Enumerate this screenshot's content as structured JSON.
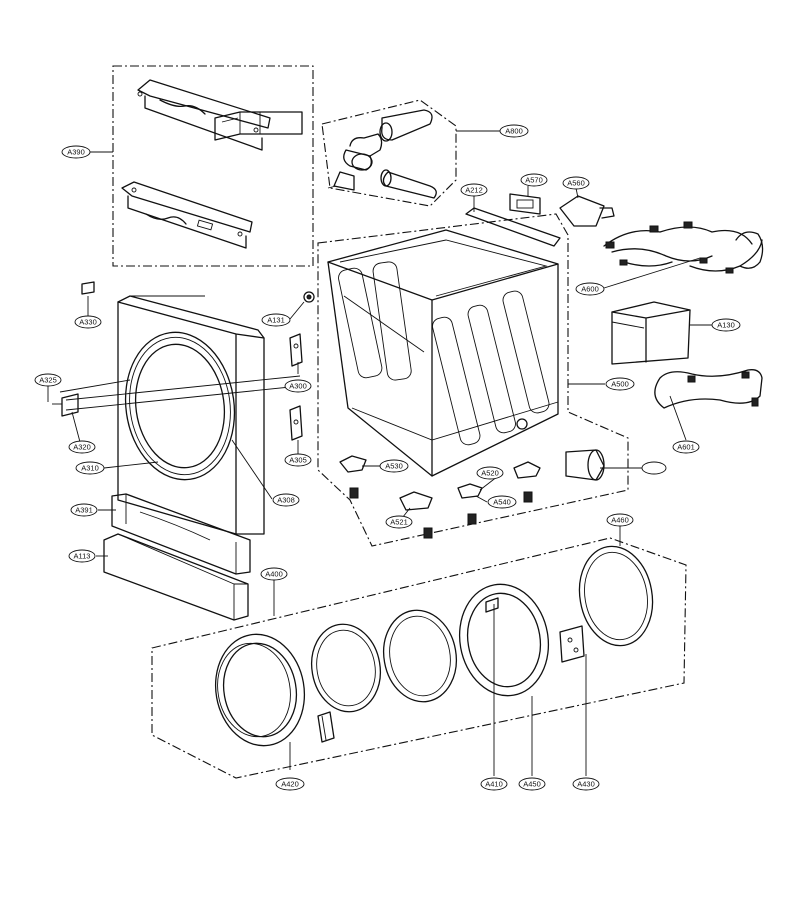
{
  "part_labels": {
    "A390": "A390",
    "A800": "A800",
    "A212": "A212",
    "A570": "A570",
    "A560": "A560",
    "A600": "A600",
    "A130": "A130",
    "A131": "A131",
    "A330": "A330",
    "A325": "A325",
    "A320": "A320",
    "A300": "A300",
    "A305": "A305",
    "A310": "A310",
    "A308": "A308",
    "A500": "A500",
    "A601": "A601",
    "A530": "A530",
    "A520": "A520",
    "A540": "A540",
    "A521": "A521",
    "A391": "A391",
    "A113": "A113",
    "A400": "A400",
    "A460": "A460",
    "A420": "A420",
    "A410": "A410",
    "A450": "A450",
    "A430": "A430"
  }
}
